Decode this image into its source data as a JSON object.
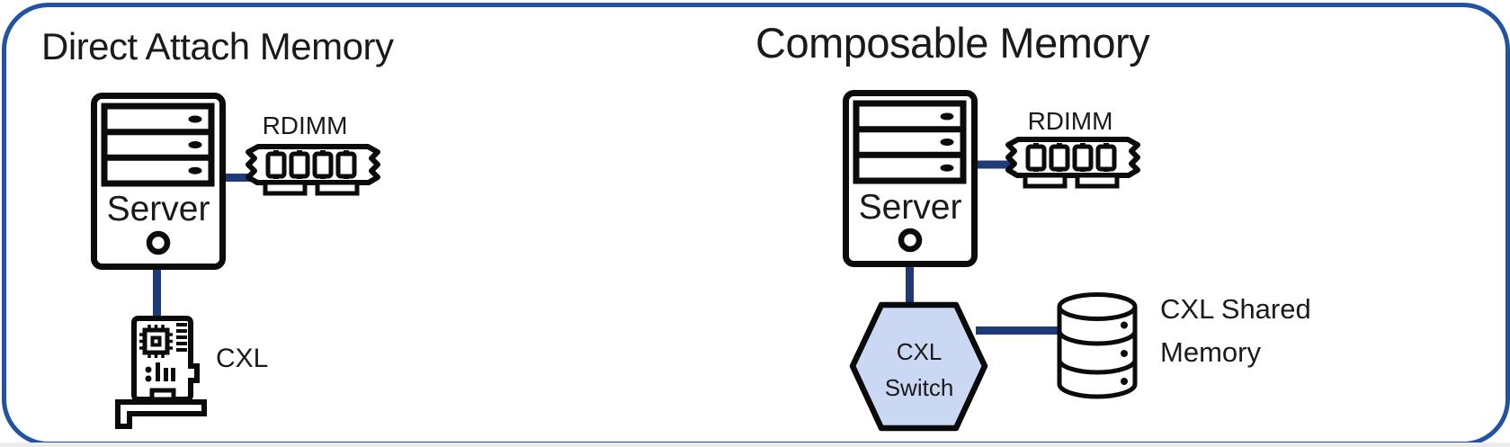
{
  "left_panel": {
    "title": "Direct Attach Memory",
    "server_label": "Server",
    "rdimm_label": "RDIMM",
    "cxl_card_label": "CXL"
  },
  "right_panel": {
    "title": "Composable Memory",
    "server_label": "Server",
    "rdimm_label": "RDIMM",
    "cxl_switch_label": "CXL\nSwitch",
    "shared_memory_label": "CXL Shared\nMemory"
  },
  "colors": {
    "frame_border": "#2153A4",
    "connector": "#1E3A78",
    "hexagon_fill": "#CBD8F3",
    "icon_stroke": "#0B0B0B",
    "text": "#1A1A1A",
    "background": "#FFFFFF",
    "bottom_strip": "#ECECEC"
  },
  "icons": {
    "server": "tower-server-icon",
    "rdimm": "memory-module-icon",
    "cxl_card": "pcie-expansion-card-icon",
    "cxl_switch": "hexagon-switch-shape",
    "shared_memory": "database-cylinder-icon"
  }
}
